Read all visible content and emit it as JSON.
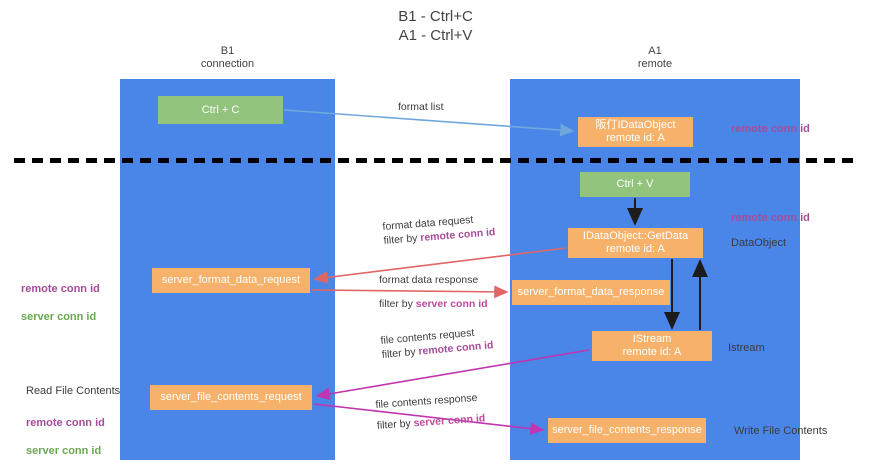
{
  "title": "B1 - Ctrl+C\nA1 - Ctrl+V",
  "lanes": [
    {
      "name": "b1",
      "header": "B1\nconnection"
    },
    {
      "name": "a1",
      "header": "A1\nremote"
    }
  ],
  "nodes": [
    {
      "id": "ctrl-c",
      "label": "Ctrl + C",
      "color": "#93c47d"
    },
    {
      "id": "idataobject-remote",
      "label": "阪仃IDataObject\nremote id: A",
      "color": "#f6b26b"
    },
    {
      "id": "ctrl-v",
      "label": "Ctrl + V",
      "color": "#93c47d"
    },
    {
      "id": "idataobject-getdata",
      "label": "IDataObject::GetData\nremote id: A",
      "color": "#f6b26b"
    },
    {
      "id": "server-format-data-request",
      "label": "server_format_data_request",
      "color": "#f6b26b"
    },
    {
      "id": "server-format-data-response",
      "label": "server_format_data_response",
      "color": "#f6b26b"
    },
    {
      "id": "istream",
      "label": "IStream\nremote id: A",
      "color": "#f6b26b"
    },
    {
      "id": "server-file-contents-request",
      "label": "server_file_contents_request",
      "color": "#f6b26b"
    },
    {
      "id": "server-file-contents-response",
      "label": "server_file_contents_response",
      "color": "#f6b26b"
    }
  ],
  "edge_labels": {
    "format_list": "format list",
    "format_data_request": "format data request",
    "format_data_request_filter_prefix": "filter by ",
    "format_data_request_filter_key": "remote conn id",
    "format_data_response": "format data response",
    "format_data_response_filter_prefix": "filter by ",
    "format_data_response_filter_key": "server conn id",
    "file_contents_request": "file contents request",
    "file_contents_request_filter_prefix": "filter by ",
    "file_contents_request_filter_key": "remote conn id",
    "file_contents_response": "file contents response",
    "file_contents_response_filter_prefix": "filter by ",
    "file_contents_response_filter_key": "server conn id"
  },
  "annotations": {
    "right_remote_conn_id_top": "remote conn id",
    "right_remote_conn_id_mid": "remote conn id",
    "right_dataobject": "DataObject",
    "right_istream": "Istream",
    "right_write_file_contents": "Write File Contents",
    "left_remote_conn_id": "remote conn id",
    "left_server_conn_id": "server conn id",
    "left_read_file_contents": "Read File Contents",
    "left_remote_conn_id_2": "remote conn id",
    "left_server_conn_id_2": "server conn id"
  },
  "colors": {
    "lane": "#4a86e8",
    "green_node": "#93c47d",
    "orange_node": "#f6b26b",
    "purple_text": "#a64d9a",
    "green_text": "#6aa84f",
    "arrow_blue": "#6fa8dc",
    "arrow_red": "#e06666",
    "arrow_magenta": "#c035b0",
    "arrow_black": "#1c1c1c"
  }
}
